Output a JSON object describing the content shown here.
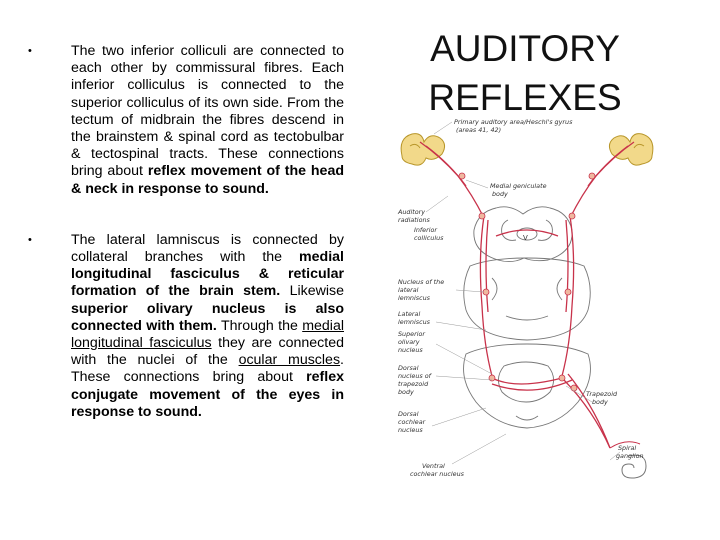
{
  "slide": {
    "title": "AUDITORY REFLEXES",
    "bullets": [
      {
        "segments": [
          {
            "text": "The two inferior colliculi are connected to each other by commissural fibres. Each inferior colliculus is connected to the superior colliculus of its own side. From the tectum of midbrain the fibres descend in the brainstem & spinal cord as tectobulbar & tectospinal tracts. These connections bring about ",
            "style": "plain"
          },
          {
            "text": "reflex movement of the head & neck in response to sound.",
            "style": "bold"
          }
        ]
      },
      {
        "segments": [
          {
            "text": "The lateral lamniscus is connected by collateral branches with the ",
            "style": "plain"
          },
          {
            "text": "medial longitudinal fasciculus & reticular formation of the brain stem.",
            "style": "bold"
          },
          {
            "text": " Likewise ",
            "style": "plain"
          },
          {
            "text": "superior olivary nucleus is also connected with them.",
            "style": "bold"
          },
          {
            "text": " Through the ",
            "style": "plain"
          },
          {
            "text": "medial longitudinal fasciculus",
            "style": "underline"
          },
          {
            "text": " they are connected with the nuclei of the ",
            "style": "plain"
          },
          {
            "text": "ocular muscles",
            "style": "underline"
          },
          {
            "text": ". These connections bring about ",
            "style": "plain"
          },
          {
            "text": "reflex conjugate movement of the eyes in response to sound.",
            "style": "bold"
          }
        ]
      }
    ]
  },
  "figure": {
    "labels": {
      "primary_area_1": "Primary auditory area/Heschl's gyrus",
      "primary_area_2": "(areas 41, 42)",
      "medial_geniculate_1": "Medial geniculate",
      "medial_geniculate_2": "body",
      "auditory_radiations_1": "Auditory",
      "auditory_radiations_2": "radiations",
      "inferior_colliculus_1": "Inferior",
      "inferior_colliculus_2": "colliculus",
      "nucleus_lateral_1": "Nucleus of the",
      "nucleus_lateral_2": "lateral",
      "nucleus_lateral_3": "lemniscus",
      "lateral_lemniscus_1": "Lateral",
      "lateral_lemniscus_2": "lemniscus",
      "superior_olivary_1": "Superior",
      "superior_olivary_2": "olivary",
      "superior_olivary_3": "nucleus",
      "dorsal_trapezoid_1": "Dorsal",
      "dorsal_trapezoid_2": "nucleus of",
      "dorsal_trapezoid_3": "trapezoid",
      "dorsal_trapezoid_4": "body",
      "trapezoid_body_1": "Trapezoid",
      "trapezoid_body_2": "body",
      "dorsal_cochlear_1": "Dorsal",
      "dorsal_cochlear_2": "cochlear",
      "dorsal_cochlear_3": "nucleus",
      "ventral_cochlear_1": "Ventral",
      "ventral_cochlear_2": "cochlear nucleus",
      "spiral_ganglion_1": "Spiral",
      "spiral_ganglion_2": "ganglion",
      "roman_v": "V"
    },
    "colors": {
      "pathway": "#c8324a",
      "brain": "#f2d98a",
      "brain_edge": "#b8962a",
      "outline": "#777777"
    }
  }
}
